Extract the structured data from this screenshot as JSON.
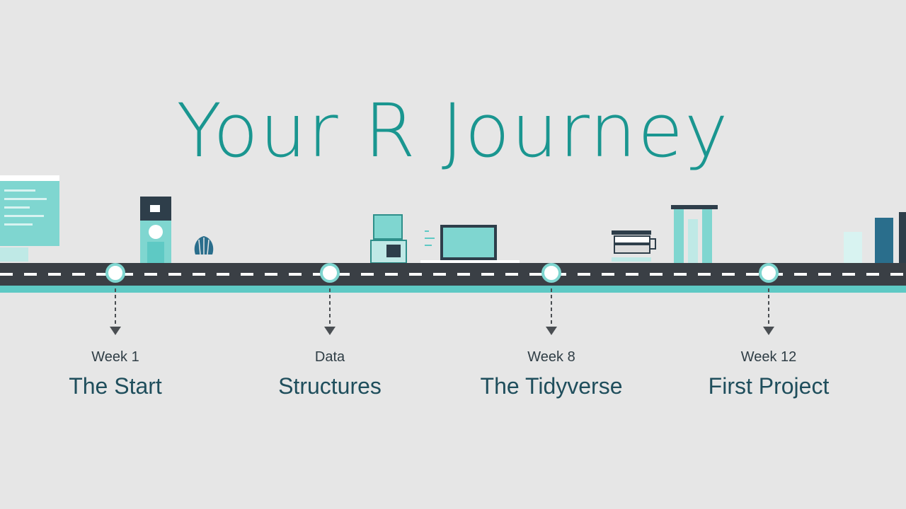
{
  "title": "Your R Journey",
  "colors": {
    "background": "#e6e6e6",
    "accent": "#1a9690",
    "road": "#3a3f45",
    "stripe": "#5ec9c4",
    "label": "#1f4e5c"
  },
  "milestones": [
    {
      "week": "Week 1",
      "label": "The Start"
    },
    {
      "week": "Data",
      "label": "Structures"
    },
    {
      "week": "Week 8",
      "label": "The Tidyverse"
    },
    {
      "week": "Week 12",
      "label": "First Project"
    }
  ],
  "icons": [
    "monitor-code-icon",
    "coffee-machine-icon",
    "shell-icon",
    "desk-devices-icon",
    "laptop-icon",
    "coffee-cup-icon",
    "library-columns-icon",
    "bar-chart-icon"
  ]
}
